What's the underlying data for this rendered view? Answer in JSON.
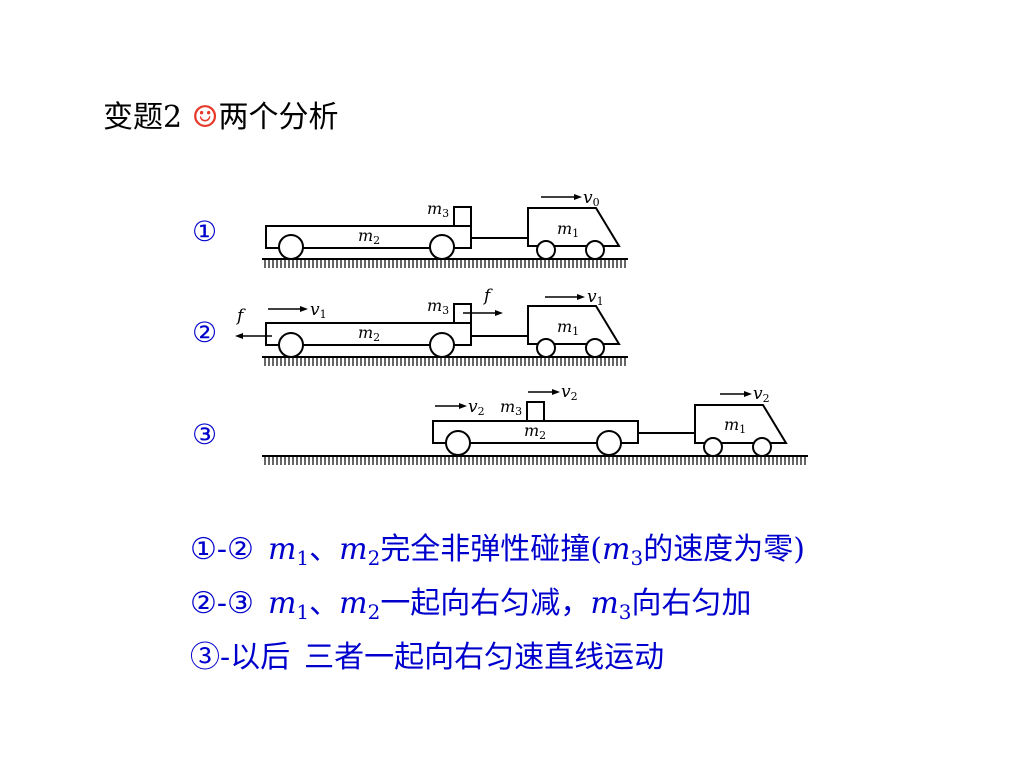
{
  "title": {
    "prefix": "变题2",
    "smiley": "☺",
    "text": "两个分析"
  },
  "step_labels": [
    "①",
    "②",
    "③"
  ],
  "diagram": {
    "labels": {
      "m1": "m",
      "m1_sub": "1",
      "m2": "m",
      "m2_sub": "2",
      "m3": "m",
      "m3_sub": "3",
      "v0": "v",
      "v0_sub": "0",
      "v1": "v",
      "v1_sub": "1",
      "v2": "v",
      "v2_sub": "2",
      "f": "f"
    }
  },
  "notes": [
    {
      "stage": "①-②",
      "m1": "m",
      "m1_sub": "1",
      "sep": "、",
      "m2": "m",
      "m2_sub": "2",
      "text_a": "完全非弹性碰撞(",
      "m3": "m",
      "m3_sub": "3",
      "text_b": "的速度为零)"
    },
    {
      "stage": "②-③",
      "m1": "m",
      "m1_sub": "1",
      "sep": "、",
      "m2": "m",
      "m2_sub": "2",
      "text_a": "一起向右匀减，",
      "m3": "m",
      "m3_sub": "3",
      "text_b": "向右匀加"
    },
    {
      "stage": "③-以后",
      "text": "三者一起向右匀速直线运动"
    }
  ],
  "colors": {
    "note_text": "#0000cc",
    "smiley": "#e8382a",
    "lines": "#000000"
  }
}
